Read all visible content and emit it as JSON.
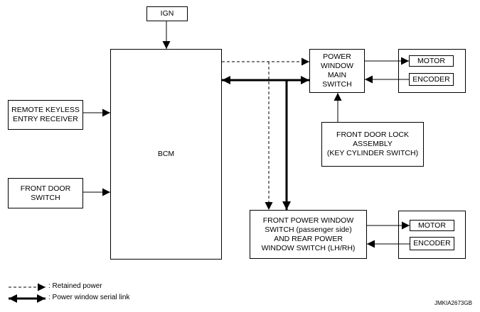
{
  "blocks": {
    "ign": "IGN",
    "bcm": "BCM",
    "remote_keyless": "REMOTE KEYLESS\nENTRY RECEIVER",
    "front_door_switch": "FRONT DOOR\nSWITCH",
    "power_window_main": "POWER\nWINDOW\nMAIN\nSWITCH",
    "motor_front": "MOTOR",
    "encoder_front": "ENCODER",
    "front_door_lock": "FRONT DOOR LOCK\nASSEMBLY\n(KEY CYLINDER SWITCH)",
    "front_power_window_switch": "FRONT POWER WINDOW\nSWITCH (passenger side)\nAND REAR POWER\nWINDOW SWITCH (LH/RH)",
    "motor_rear": "MOTOR",
    "encoder_rear": "ENCODER"
  },
  "legend": {
    "retained_power": ": Retained power",
    "serial_link": ": Power window serial link"
  },
  "figure_code": "JMKIA2673GB"
}
